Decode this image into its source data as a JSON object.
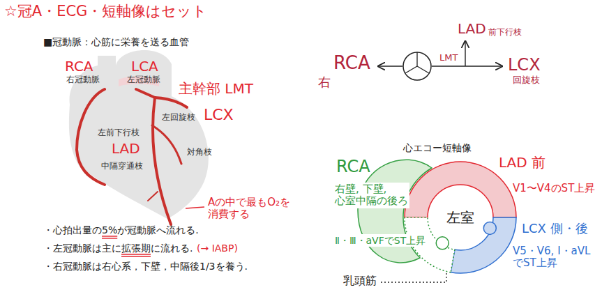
{
  "diagram": {
    "title": "☆冠A・ECG・短軸像はセット",
    "nodes": [
      {
        "text": [
          "左室"
        ]
      }
    ],
    "labels": [
      "■冠動脈：心筋に栄養を送る血管",
      "RCA",
      "右冠動脈",
      "LCA",
      "左冠動脈",
      "主幹部 LMT",
      "左回旋枝",
      "LCX",
      "左前下行枝",
      "LAD",
      "対角枝",
      "中隔穿通枝",
      "Aの中で最もO₂を 消費する",
      "・心拍出量の5%が冠動脈へ流れる.",
      "・左冠動脈は主に拡張期に流れる.",
      "(→ IABP)",
      "・右冠動脈は右心系，下壁，中隔後1/3を養う.",
      "LAD",
      "前下行枝",
      "RCA",
      "右",
      "LMT",
      "LCX",
      "回旋枝",
      "心エコー短軸像",
      "RCA",
      "右壁, 下壁, 心室中隔の後ろ",
      "Ⅱ・Ⅲ・aVFでST上昇",
      "LAD 前",
      "V1〜V4のST上昇",
      "LCX 側・後",
      "V5・V6, I・aVL でST上昇",
      "乳頭筋"
    ]
  }
}
